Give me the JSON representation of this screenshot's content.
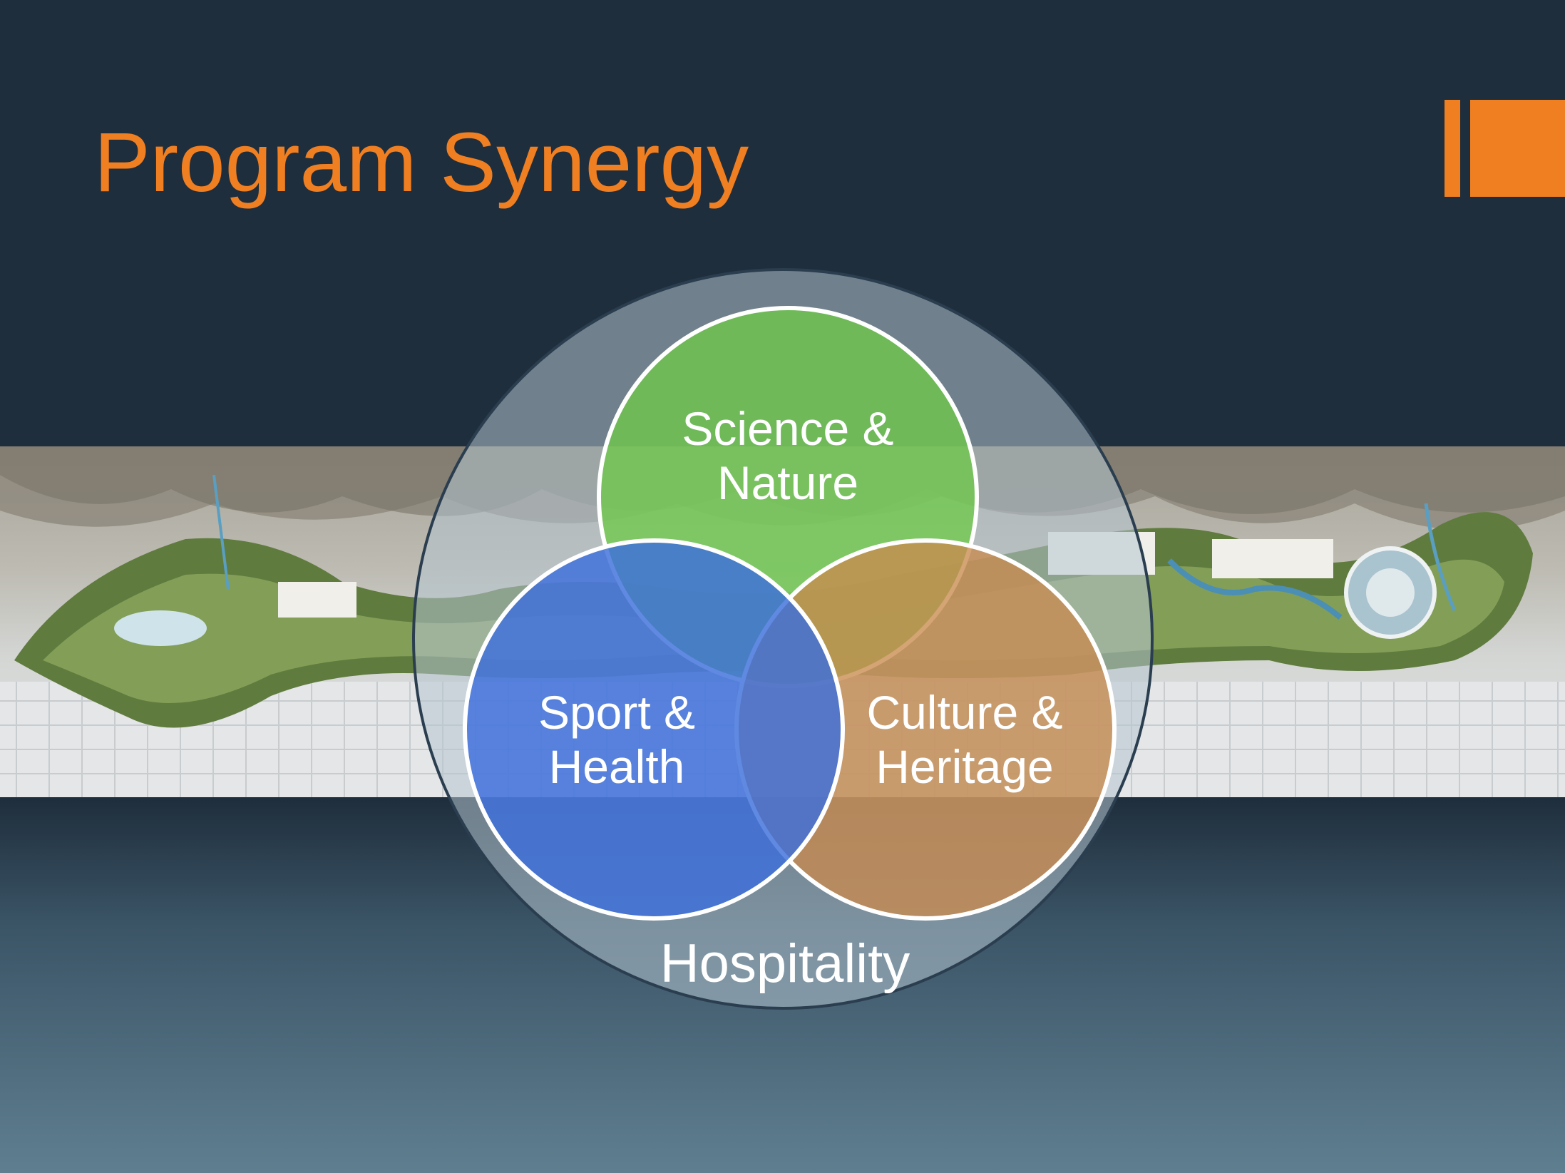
{
  "slide": {
    "title": "Program Synergy",
    "accent_color": "#f07f22",
    "background_color": "#1f2e3c"
  },
  "map_strip": {
    "description_icon": "aerial-site-plan-image"
  },
  "diagram": {
    "outer_circle": {
      "label": "Hospitality",
      "color": "#9aabb8"
    },
    "circles": [
      {
        "id": "science",
        "label_line1": "Science &",
        "label_line2": "Nature",
        "color": "#6cc644"
      },
      {
        "id": "sport",
        "label_line1": "Sport &",
        "label_line2": "Health",
        "color": "#3f72d8"
      },
      {
        "id": "culture",
        "label_line1": "Culture &",
        "label_line2": "Heritage",
        "color": "#c4884a"
      }
    ]
  }
}
